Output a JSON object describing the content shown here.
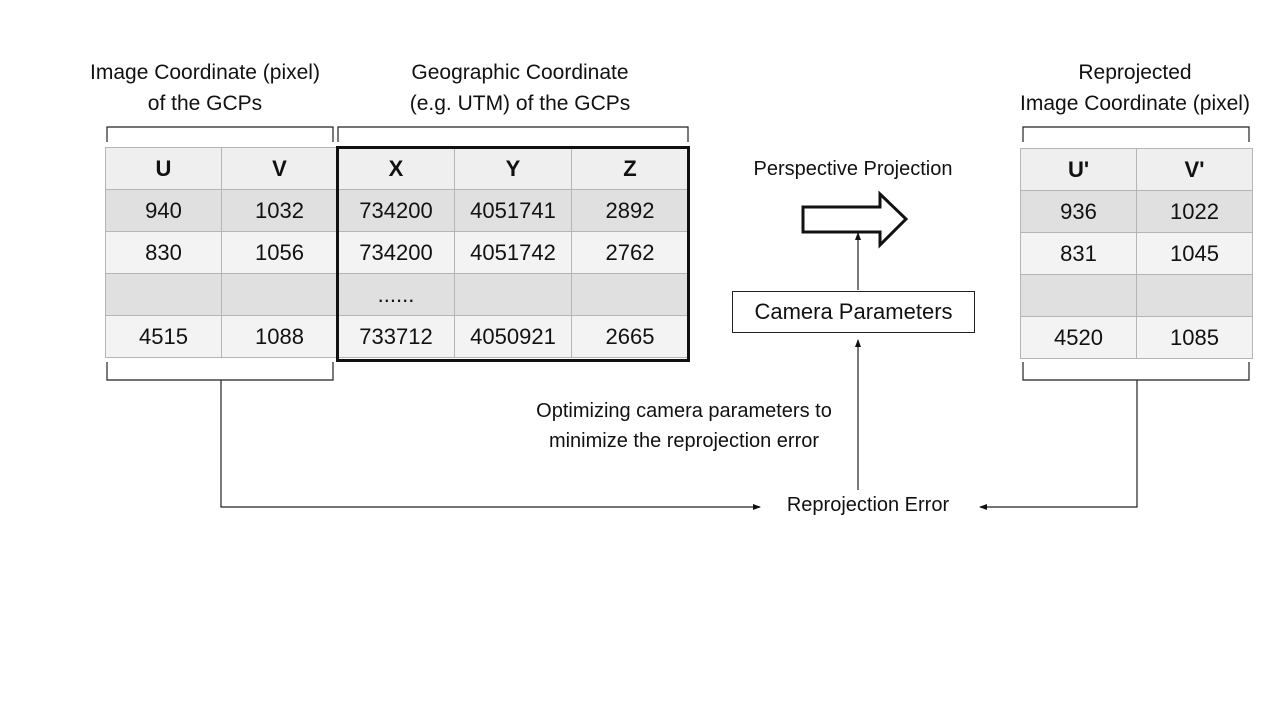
{
  "gcp_image_label": [
    "Image Coordinate (pixel)",
    "of the GCPs"
  ],
  "gcp_geo_label": [
    "Geographic Coordinate",
    "(e.g. UTM) of the GCPs"
  ],
  "reproj_label": [
    "Reprojected",
    "Image Coordinate (pixel)"
  ],
  "gcp_table": {
    "headers": [
      "U",
      "V",
      "X",
      "Y",
      "Z"
    ],
    "rows": [
      [
        "940",
        "1032",
        "734200",
        "4051741",
        "2892"
      ],
      [
        "830",
        "1056",
        "734200",
        "4051742",
        "2762"
      ],
      [
        "",
        "",
        "......",
        "",
        ""
      ],
      [
        "4515",
        "1088",
        "733712",
        "4050921",
        "2665"
      ]
    ]
  },
  "reproj_table": {
    "headers": [
      "U'",
      "V'"
    ],
    "rows": [
      [
        "936",
        "1022"
      ],
      [
        "831",
        "1045"
      ],
      [
        "",
        ""
      ],
      [
        "4520",
        "1085"
      ]
    ]
  },
  "perspective_projection": "Perspective Projection",
  "camera_parameters": "Camera Parameters",
  "optimizing_text": [
    "Optimizing camera parameters to",
    "minimize the reprojection error"
  ],
  "reprojection_error": "Reprojection Error"
}
